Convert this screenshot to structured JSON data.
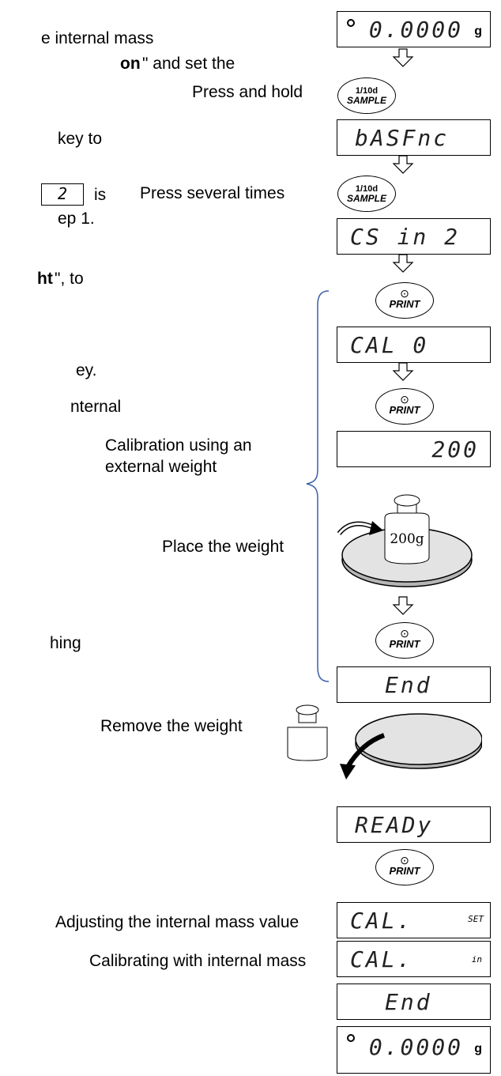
{
  "left_text": [
    {
      "id": "t1",
      "text": "e internal mass"
    },
    {
      "id": "t2a",
      "text": "on",
      "bold": true
    },
    {
      "id": "t2b",
      "text": "\" and set the"
    },
    {
      "id": "t3",
      "text": "key to"
    },
    {
      "id": "t4",
      "text": "is"
    },
    {
      "id": "t5",
      "text": "ep 1."
    },
    {
      "id": "t6a",
      "text": "ht",
      "bold": true
    },
    {
      "id": "t6b",
      "text": "\", to"
    },
    {
      "id": "t7",
      "text": "ey."
    },
    {
      "id": "t8",
      "text": "nternal"
    },
    {
      "id": "t9",
      "text": "hing"
    }
  ],
  "inline_box": {
    "text": "2"
  },
  "labels": {
    "press_and_hold": "Press and hold",
    "press_several_times": "Press several times",
    "calibration_line1": "Calibration using an",
    "calibration_line2": "external weight",
    "place_weight": "Place the weight",
    "remove_weight": "Remove the weight",
    "adjusting": "Adjusting the internal mass value",
    "calibrating": "Calibrating with internal mass"
  },
  "keys": {
    "sample_line1": "1/10d",
    "sample_line2": "SAMPLE",
    "print_label": "PRINT",
    "print_symbol": "⊙"
  },
  "displays": {
    "d1": {
      "text": "0.0000",
      "unit": "g"
    },
    "d2": {
      "text": "bASFnc"
    },
    "d3": {
      "text": "CS  in 2"
    },
    "d4": {
      "text": "CAL   0"
    },
    "d5": {
      "text": "200"
    },
    "d6": {
      "text": "End"
    },
    "d7": {
      "text": "READy"
    },
    "d8": {
      "text": "CAL.",
      "small": "SET"
    },
    "d9": {
      "text": "CAL.",
      "small": "in"
    },
    "d10": {
      "text": "End"
    },
    "d11": {
      "text": "0.0000",
      "unit": "g"
    }
  },
  "weight": {
    "label": "200g"
  }
}
